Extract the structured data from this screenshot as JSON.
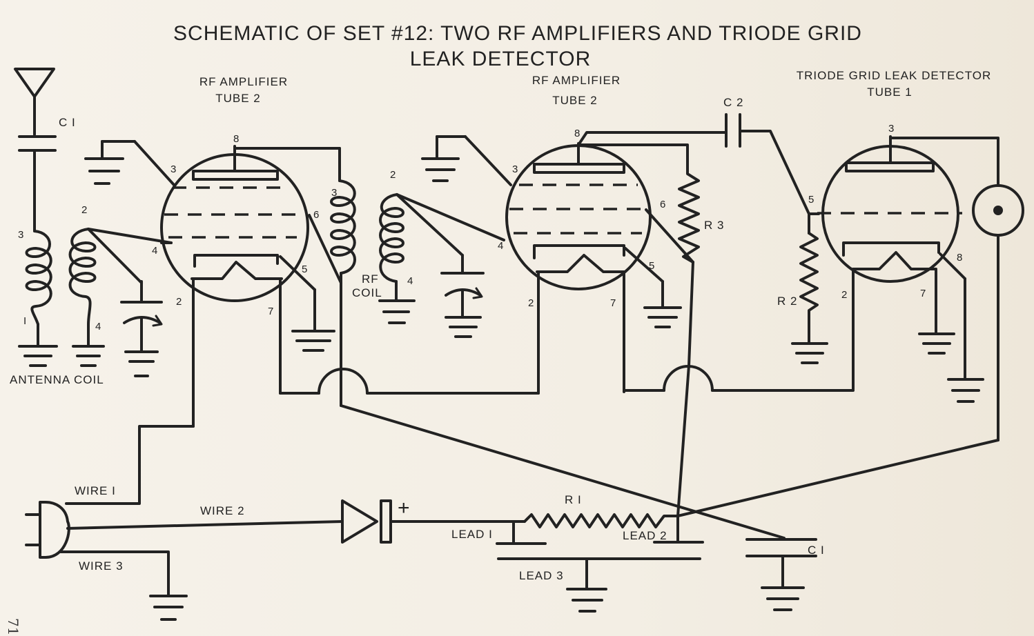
{
  "title": {
    "line1": "SCHEMATIC OF SET #12: TWO RF AMPLIFIERS AND TRIODE GRID",
    "line2": "LEAK DETECTOR"
  },
  "stages": {
    "rf1": {
      "name": "RF AMPLIFIER",
      "tube": "TUBE 2"
    },
    "rf2": {
      "name": "RF AMPLIFIER",
      "tube": "TUBE 2"
    },
    "det": {
      "name": "TRIODE GRID LEAK DETECTOR",
      "tube": "TUBE 1"
    }
  },
  "components": {
    "c1_top": "C I",
    "c1_bottom": "C I",
    "c2": "C 2",
    "r1": "R I",
    "r2": "R 2",
    "r3": "R 3",
    "antenna_coil": "ANTENNA COIL",
    "rf_coil_1": "RF",
    "rf_coil_2": "COIL",
    "plus": "+"
  },
  "wiring": {
    "wire1": "WIRE I",
    "wire2": "WIRE 2",
    "wire3": "WIRE 3",
    "lead1": "LEAD I",
    "lead2": "LEAD 2",
    "lead3": "LEAD 3"
  },
  "pins": {
    "ant_3": "3",
    "ant_1": "I",
    "ant_2": "2",
    "ant_4": "4",
    "t1_8": "8",
    "t1_3": "3",
    "t1_4": "4",
    "t1_2": "2",
    "t1_7": "7",
    "t1_5": "5",
    "t1_6": "6",
    "rfc_3": "3",
    "rfc_2": "2",
    "rfc_4": "4",
    "t2_8": "8",
    "t2_3": "3",
    "t2_4": "4",
    "t2_2": "2",
    "t2_7": "7",
    "t2_5": "5",
    "t2_6": "6",
    "t3_3": "3",
    "t3_5": "5",
    "t3_2": "2",
    "t3_7": "7",
    "t3_8": "8"
  },
  "page_number": "71"
}
